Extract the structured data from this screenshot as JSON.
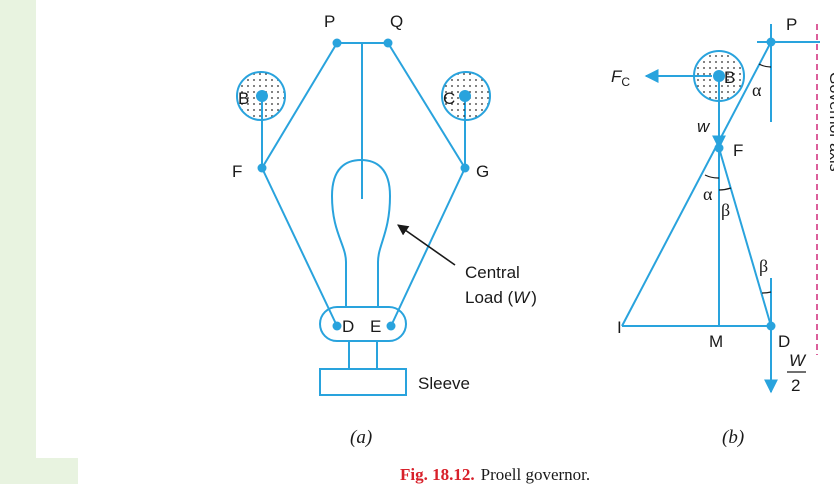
{
  "colors": {
    "line": "#29a3dd",
    "text": "#1a1a1a",
    "margin_bar": "#e8f3e0",
    "axis_dash": "#d0287a",
    "caption_red": "#d8202a"
  },
  "diagram_a": {
    "points": {
      "P": "P",
      "Q": "Q",
      "B": "B",
      "C": "C",
      "F": "F",
      "G": "G",
      "D": "D",
      "E": "E"
    },
    "load_label_line1": "Central",
    "load_label_line2": "Load (",
    "load_label_W": "W",
    "load_label_close": ")",
    "sleeve_label": "Sleeve",
    "sub_caption": "(a)"
  },
  "diagram_b": {
    "points": {
      "P": "P",
      "B": "B",
      "F": "F",
      "I": "I",
      "M": "M",
      "D": "D"
    },
    "force_fc": "F",
    "force_fc_sub": "C",
    "weight_w": "w",
    "half_load_num": "W",
    "half_load_den": "2",
    "alpha": "α",
    "beta": "β",
    "axis_label": "Governor axis",
    "sub_caption": "(b)"
  },
  "caption": {
    "fig_number": "Fig. 18.12.",
    "title": "Proell governor."
  }
}
